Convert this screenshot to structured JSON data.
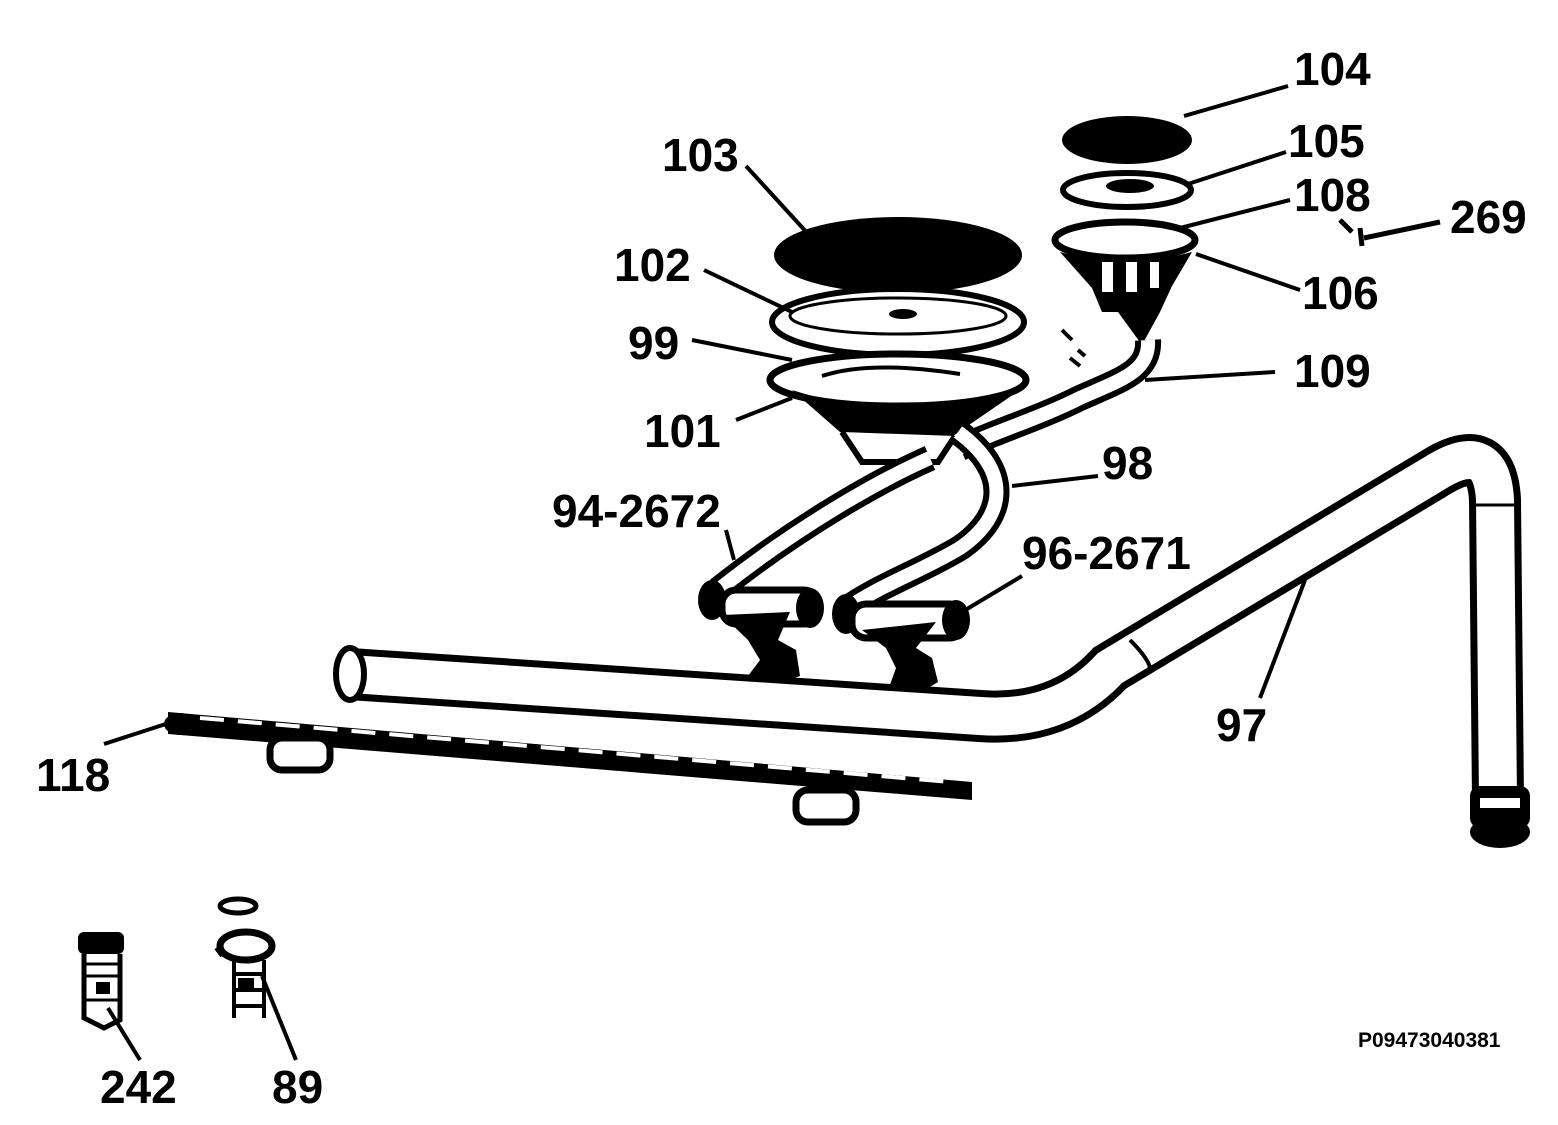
{
  "diagram": {
    "drawing_code": "P09473040381",
    "callouts": {
      "c104": "104",
      "c105": "105",
      "c108": "108",
      "c269": "269",
      "c106": "106",
      "c103": "103",
      "c102": "102",
      "c99": "99",
      "c101": "101",
      "c109": "109",
      "c98": "98",
      "c94_2672": "94-2672",
      "c96_2671": "96-2671",
      "c97": "97",
      "c118": "118",
      "c242": "242",
      "c89": "89"
    }
  }
}
